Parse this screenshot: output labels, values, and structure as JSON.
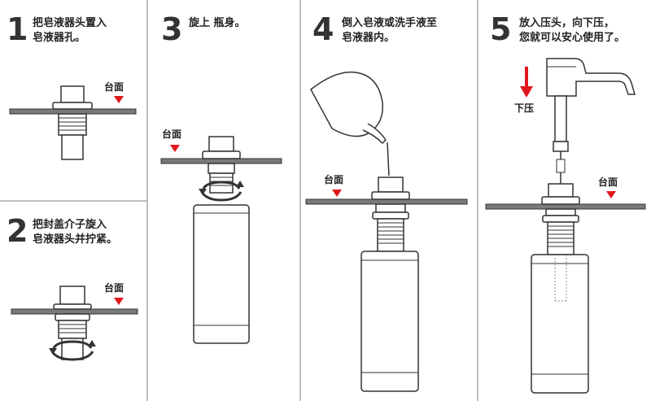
{
  "steps": [
    {
      "number": "1",
      "text": "把皂液器头置入\n皂液器孔。"
    },
    {
      "number": "2",
      "text": "把封盖介子旋入\n皂液器头并拧紧。"
    },
    {
      "number": "3",
      "text": "旋上 瓶身。"
    },
    {
      "number": "4",
      "text": "倒入皂液或洗手液至\n皂液器内。"
    },
    {
      "number": "5",
      "text": "放入压头，向下压，\n您就可以安心使用了。"
    }
  ],
  "labels": {
    "countertop": "台面",
    "press_down": "下压"
  },
  "colors": {
    "accent": "#e0161e",
    "line": "#333333"
  }
}
